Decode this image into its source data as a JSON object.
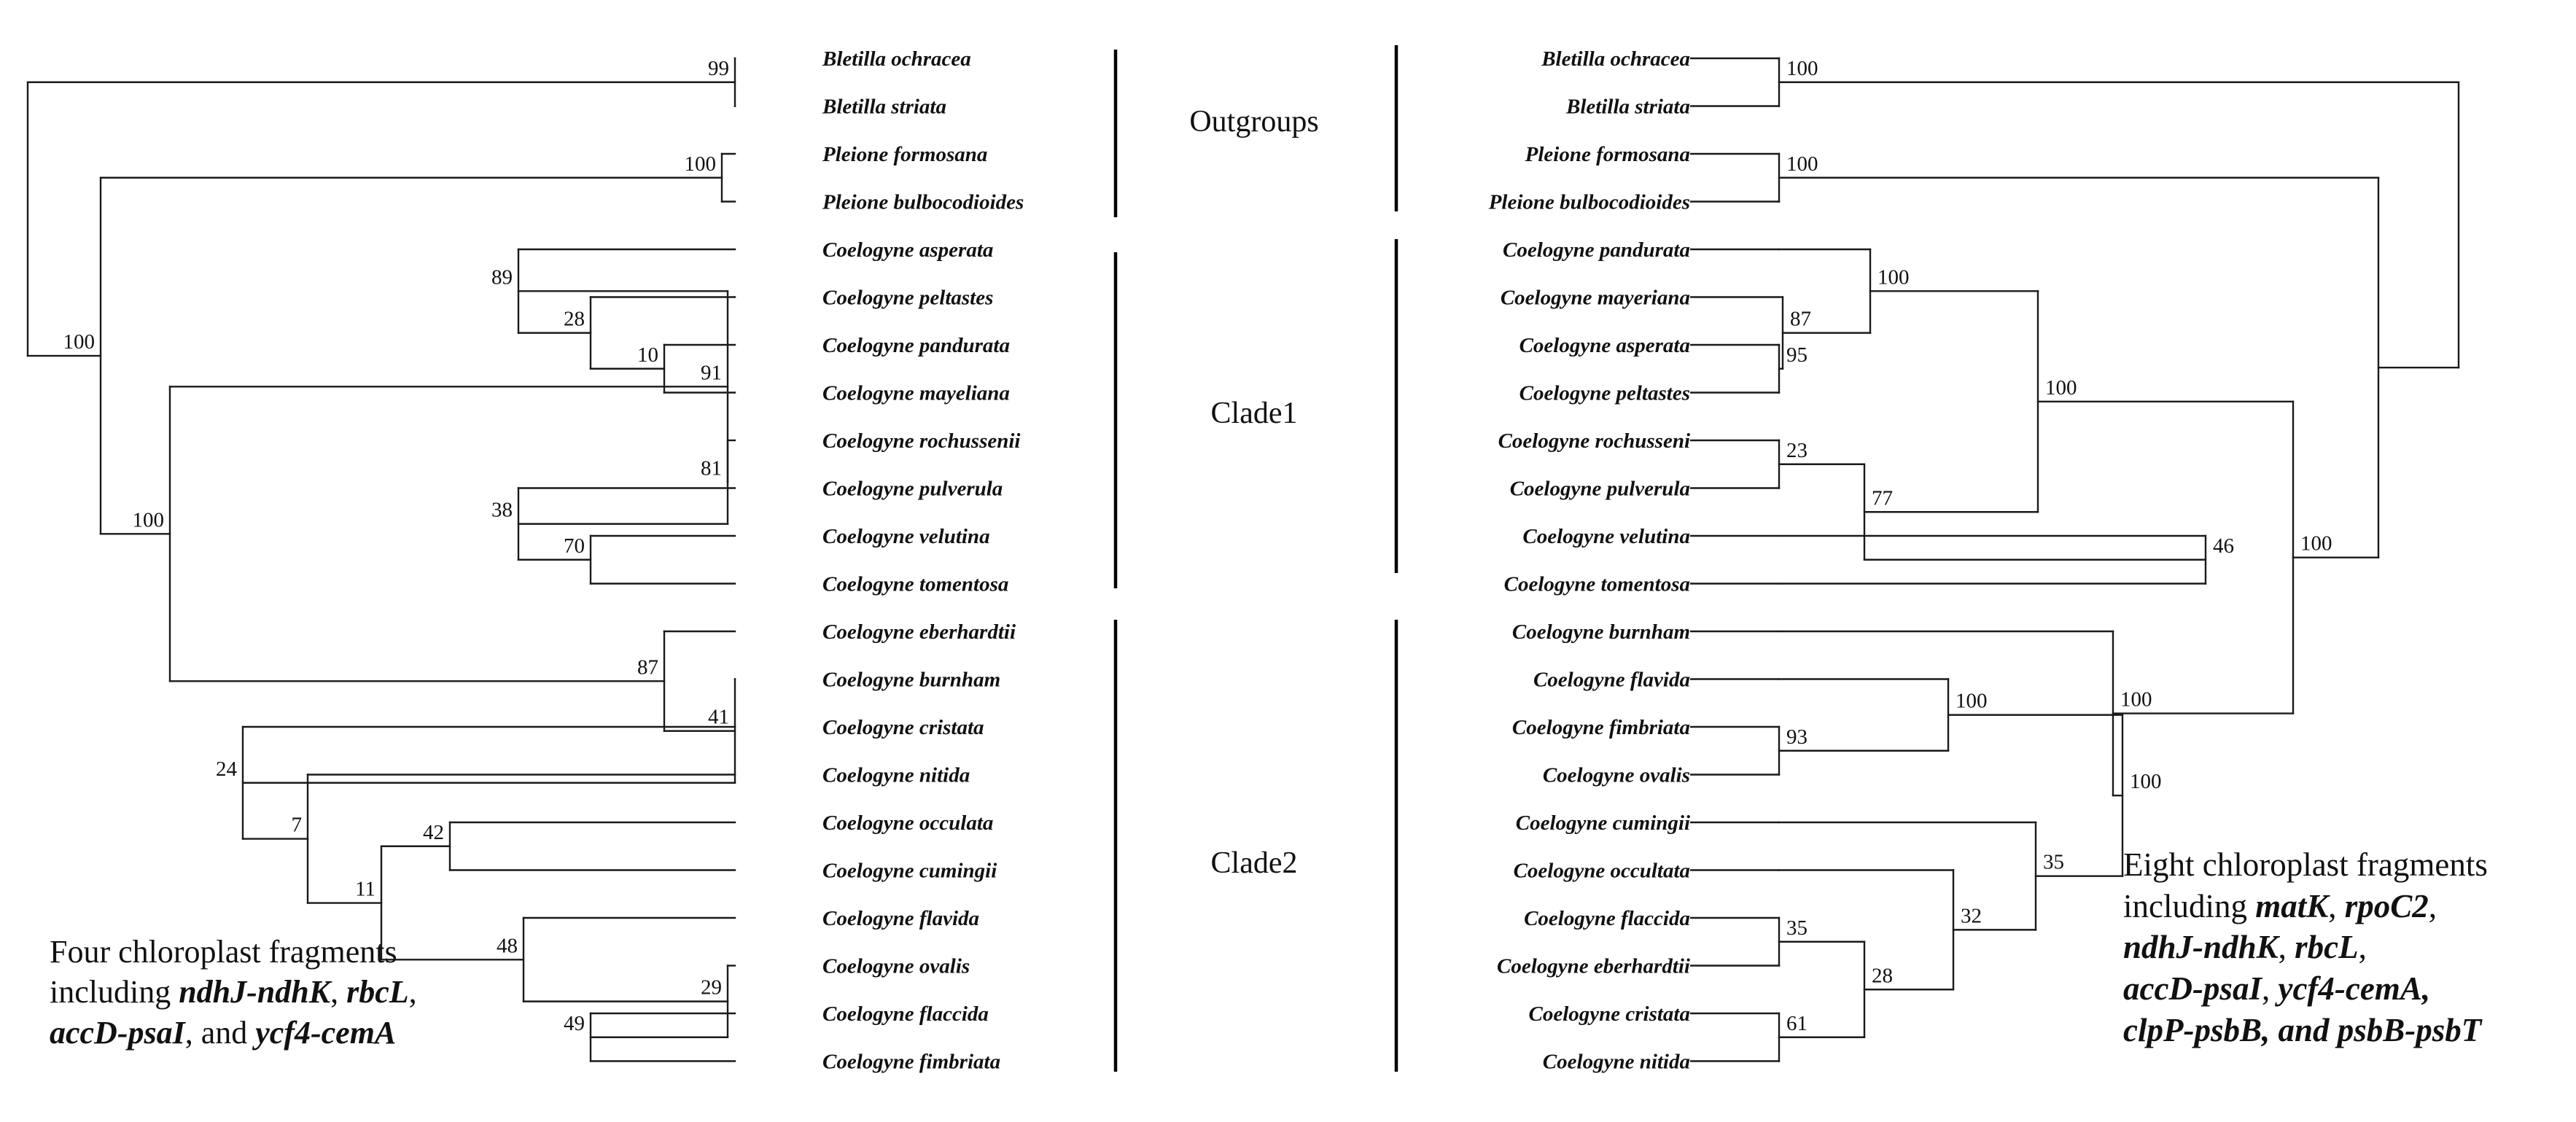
{
  "left_tree": {
    "taxa": [
      "Bletilla ochracea",
      "Bletilla striata",
      "Pleione formosana",
      "Pleione bulbocodioides",
      "Coelogyne asperata",
      "Coelogyne peltastes",
      "Coelogyne pandurata",
      "Coelogyne mayeliana",
      "Coelogyne rochussenii",
      "Coelogyne pulverula",
      "Coelogyne velutina",
      "Coelogyne tomentosa",
      "Coelogyne eberhardtii",
      "Coelogyne burnham",
      "Coelogyne cristata",
      "Coelogyne nitida",
      "Coelogyne occulata",
      "Coelogyne cumingii",
      "Coelogyne flavida",
      "Coelogyne ovalis",
      "Coelogyne flaccida",
      "Coelogyne fimbriata"
    ],
    "tree": {
      "s": "",
      "c": [
        {
          "s": "99",
          "c": [
            {
              "t": 0
            },
            {
              "t": 1
            }
          ]
        },
        {
          "s": "100",
          "c": [
            {
              "s": "100",
              "c": [
                {
                  "t": 2
                },
                {
                  "t": 3
                }
              ]
            },
            {
              "s": "100",
              "c": [
                {
                  "s": "91",
                  "c": [
                    {
                      "s": "89",
                      "c": [
                        {
                          "t": 4
                        },
                        {
                          "s": "28",
                          "c": [
                            {
                              "t": 5
                            },
                            {
                              "s": "10",
                              "c": [
                                {
                                  "t": 6
                                },
                                {
                                  "t": 7
                                }
                              ]
                            }
                          ]
                        }
                      ]
                    },
                    {
                      "s": "81",
                      "c": [
                        {
                          "t": 8
                        },
                        {
                          "s": "38",
                          "c": [
                            {
                              "t": 9
                            },
                            {
                              "s": "70",
                              "c": [
                                {
                                  "t": 10
                                },
                                {
                                  "t": 11
                                }
                              ]
                            }
                          ]
                        }
                      ]
                    }
                  ]
                },
                {
                  "s": "87",
                  "c": [
                    {
                      "t": 12
                    },
                    {
                      "s": "41",
                      "c": [
                        {
                          "t": 13
                        },
                        {
                          "s": "24",
                          "c": [
                            {
                              "t": 14
                            },
                            {
                              "s": "7",
                              "c": [
                                {
                                  "t": 15
                                },
                                {
                                  "s": "11",
                                  "c": [
                                    {
                                      "s": "42",
                                      "c": [
                                        {
                                          "t": 16
                                        },
                                        {
                                          "t": 17
                                        }
                                      ]
                                    },
                                    {
                                      "s": "48",
                                      "c": [
                                        {
                                          "t": 18
                                        },
                                        {
                                          "s": "29",
                                          "c": [
                                            {
                                              "t": 19
                                            },
                                            {
                                              "s": "49",
                                              "c": [
                                                {
                                                  "t": 20
                                                },
                                                {
                                                  "t": 21
                                                }
                                              ]
                                            }
                                          ]
                                        }
                                      ]
                                    }
                                  ]
                                }
                              ]
                            }
                          ]
                        }
                      ]
                    }
                  ]
                }
              ]
            }
          ]
        }
      ]
    },
    "groups": [
      "Outgroups",
      "Clade1",
      "Clade2"
    ]
  },
  "right_tree": {
    "taxa": [
      "Bletilla ochracea",
      "Bletilla striata",
      "Pleione formosana",
      "Pleione bulbocodioides",
      "Coelogyne pandurata",
      "Coelogyne mayeriana",
      "Coelogyne asperata",
      "Coelogyne peltastes",
      "Coelogyne rochusseni",
      "Coelogyne pulverula",
      "Coelogyne velutina",
      "Coelogyne tomentosa",
      "Coelogyne burnham",
      "Coelogyne flavida",
      "Coelogyne fimbriata",
      "Coelogyne ovalis",
      "Coelogyne cumingii",
      "Coelogyne occultata",
      "Coelogyne flaccida",
      "Coelogyne eberhardtii",
      "Coelogyne cristata",
      "Coelogyne nitida"
    ],
    "tree": {
      "s": "",
      "c": [
        {
          "s": "100",
          "c": [
            {
              "t": 0
            },
            {
              "t": 1
            }
          ]
        },
        {
          "s": "",
          "c": [
            {
              "s": "100",
              "c": [
                {
                  "t": 2
                },
                {
                  "t": 3
                }
              ]
            },
            {
              "s": "100",
              "c": [
                {
                  "s": "100",
                  "c": [
                    {
                      "s": "100",
                      "c": [
                        {
                          "t": 4
                        },
                        {
                          "s": "87",
                          "c": [
                            {
                              "t": 5
                            },
                            {
                              "s": "95",
                              "c": [
                                {
                                  "t": 6
                                },
                                {
                                  "t": 7
                                }
                              ]
                            }
                          ]
                        }
                      ]
                    },
                    {
                      "s": "77",
                      "c": [
                        {
                          "s": "23",
                          "c": [
                            {
                              "t": 8
                            },
                            {
                              "t": 9
                            }
                          ]
                        },
                        {
                          "s": "46",
                          "c": [
                            {
                              "t": 10
                            },
                            {
                              "t": 11
                            }
                          ]
                        }
                      ]
                    }
                  ]
                },
                {
                  "s": "100",
                  "c": [
                    {
                      "t": 12
                    },
                    {
                      "s": "100",
                      "c": [
                        {
                          "s": "100",
                          "c": [
                            {
                              "t": 13
                            },
                            {
                              "s": "93",
                              "c": [
                                {
                                  "t": 14
                                },
                                {
                                  "t": 15
                                }
                              ]
                            }
                          ]
                        },
                        {
                          "s": "35",
                          "c": [
                            {
                              "t": 16
                            },
                            {
                              "s": "32",
                              "c": [
                                {
                                  "t": 17
                                },
                                {
                                  "s": "28",
                                  "c": [
                                    {
                                      "s": "35",
                                      "c": [
                                        {
                                          "t": 18
                                        },
                                        {
                                          "t": 19
                                        }
                                      ]
                                    },
                                    {
                                      "s": "61",
                                      "c": [
                                        {
                                          "t": 20
                                        },
                                        {
                                          "t": 21
                                        }
                                      ]
                                    }
                                  ]
                                }
                              ]
                            }
                          ]
                        }
                      ]
                    }
                  ]
                }
              ]
            }
          ]
        }
      ]
    }
  },
  "captions": {
    "left": {
      "l1": "Four chloroplast fragments",
      "l2a": "including ",
      "l2b": "ndhJ-ndhK",
      "l2c": ", ",
      "l2d": "rbcL",
      "l2e": ",",
      "l3a": "accD-psaI",
      "l3b": ", and ",
      "l3c": "ycf4-cemA"
    },
    "right": {
      "l1": "Eight chloroplast fragments",
      "l2a": "including ",
      "l2b": "matK",
      "l2c": ", ",
      "l2d": "rpoC2",
      "l2e": ",",
      "l3a": "ndhJ-ndhK",
      "l3b": ", ",
      "l3c": "rbcL",
      "l3d": ",",
      "l4a": "accD-psaI",
      "l4b": ",  ",
      "l4c": "ycf4-cemA,",
      "l5": "clpP-psbB, and psbB-psbT"
    }
  },
  "colors": {
    "line": "#1a1a1a",
    "text": "#111111",
    "background": "#ffffff"
  }
}
